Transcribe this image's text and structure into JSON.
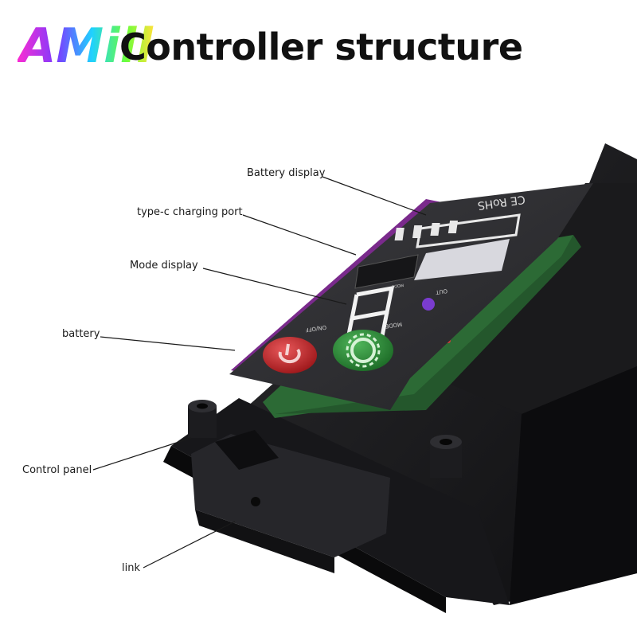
{
  "header": {
    "title": "Controller structure",
    "logo_text": "AMill"
  },
  "callouts": {
    "battery_display": "Battery display",
    "typec_port": "type-c charging port",
    "mode_display": "Mode display",
    "battery": "battery",
    "control_panel": "Control panel",
    "link": "link"
  },
  "device": {
    "cert_marks": "CE RoHS",
    "digit_label": "MODE",
    "onoff_label": "ON/OFF",
    "mode_label": "MODE",
    "out_label": "OUT",
    "colors": {
      "housing": "#1b1b1d",
      "panel": "#2b2b2e",
      "pcb": "#3f8a4a",
      "battery_band": "#7a2a8c",
      "power_button": "#c0282b",
      "mode_button": "#2f8f3c",
      "out_led": "#7a3ccf"
    }
  }
}
